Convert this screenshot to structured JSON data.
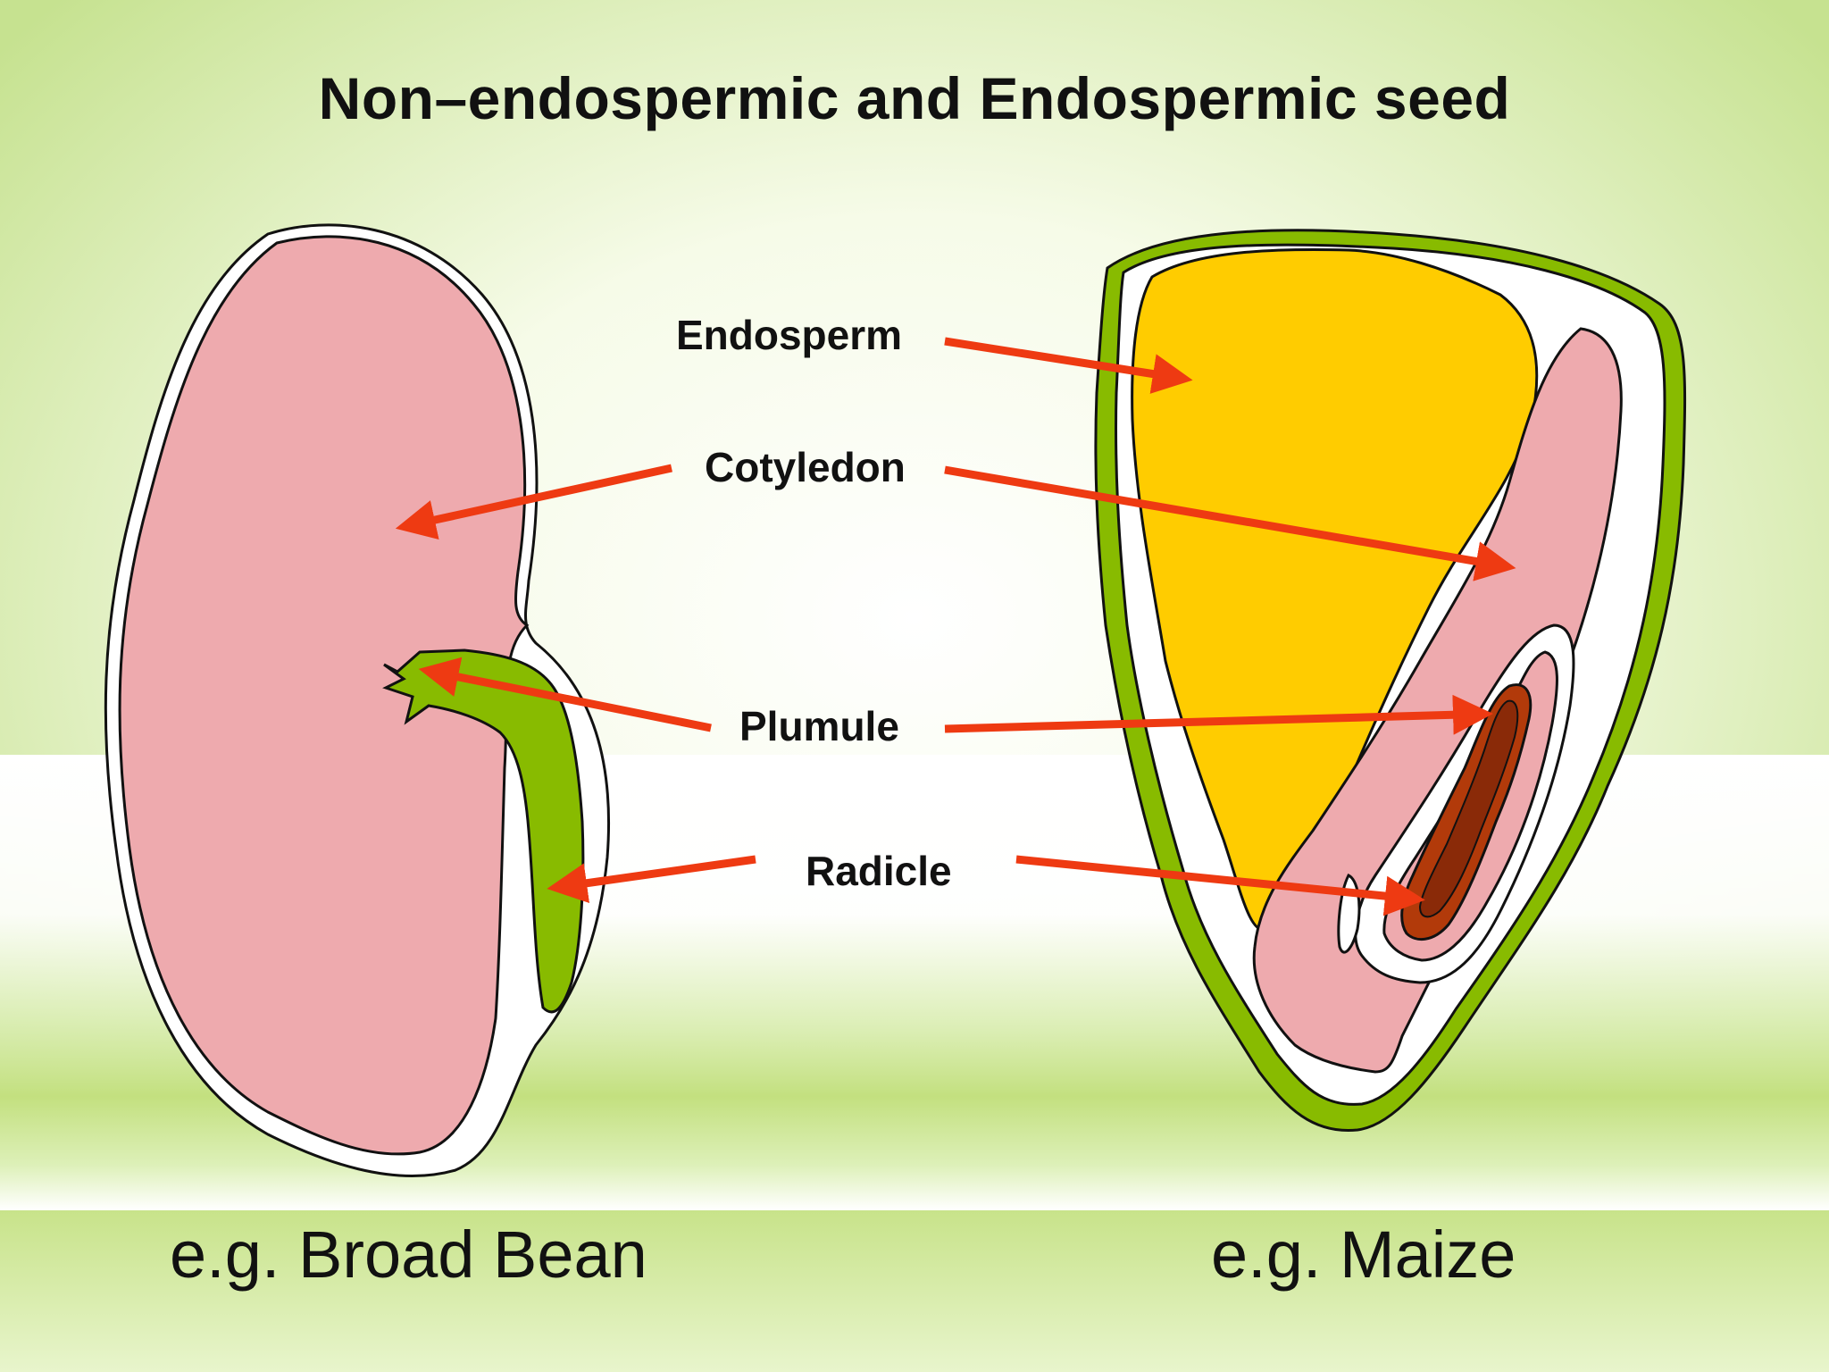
{
  "title": "Non–endospermic and Endospermic seed",
  "labels": {
    "endosperm": "Endosperm",
    "cotyledon": "Cotyledon",
    "plumule": "Plumule",
    "radicle": "Radicle"
  },
  "captions": {
    "left": "e.g. Broad Bean",
    "right": "e.g. Maize"
  },
  "colors": {
    "cotyledon_pink": "#eeaaae",
    "endosperm_yellow": "#ffcc00",
    "embryo_green": "#88bb00",
    "seed_coat_green": "#88bb00",
    "embryo_brown": "#b23a0a",
    "arrow_red": "#ee3a12",
    "background_green": "#c8e39a"
  }
}
